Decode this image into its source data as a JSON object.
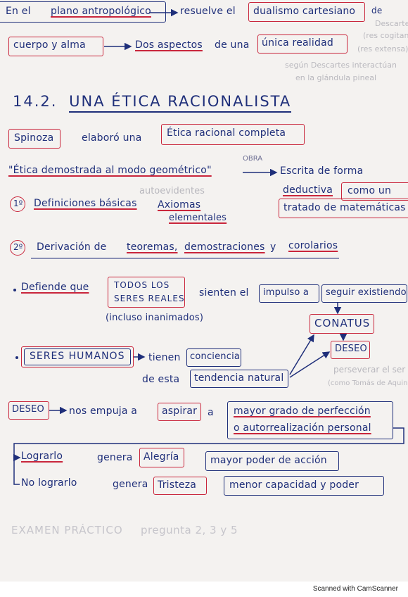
{
  "row1": {
    "en_el": "En el",
    "plano_antropologico": "plano antropológico",
    "resuelve_el": "resuelve el",
    "dualismo": "dualismo cartesiano",
    "de": "de"
  },
  "side_notes": {
    "descartes": "Descartes",
    "res_cogitans": "(res cogitans)",
    "res_extensa": "(res extensa)",
    "segun_descartes": "según Descartes interactúan",
    "glandula": "en la glándula pineal"
  },
  "row2": {
    "cuerpo_alma": "cuerpo y alma",
    "dos_aspectos": "Dos aspectos",
    "de_una": "de una",
    "unica_realidad": "única realidad"
  },
  "section": {
    "number": "14.2.",
    "title": "UNA ÉTICA RACIONALISTA"
  },
  "spinoza": {
    "name": "Spinoza",
    "elaboro_una": "elaboró una",
    "etica_completa": "Ética racional completa"
  },
  "obra": {
    "label": "OBRA",
    "title": "\"Ética demostrada al modo geométrico\"",
    "escrita_de_forma": "Escrita de forma",
    "deductiva": "deductiva",
    "como_un": "como un",
    "tratado": "tratado de matemáticas"
  },
  "steps": {
    "step1_num": "1º",
    "definiciones": "Definiciones básicas",
    "autoevidentes": "autoevidentes",
    "axiomas": "Axiomas",
    "elementales": "elementales",
    "step2_num": "2º",
    "derivacion_de": "Derivación de",
    "teoremas": "teoremas,",
    "demostraciones": "demostraciones",
    "y": "y",
    "corolarios": "corolarios"
  },
  "conatus_block": {
    "defiende_que": "Defiende que",
    "todos_los": "TODOS LOS",
    "seres_reales": "SERES REALES",
    "incluso": "(incluso inanimados)",
    "sienten_el": "sienten el",
    "impulso_a": "impulso a",
    "seguir_existiendo": "seguir existiendo",
    "conatus": "CONATUS",
    "deseo": "DESEO",
    "perseverar": "perseverar el ser",
    "como_tomas": "(como Tomás de Aquino)"
  },
  "humanos": {
    "seres_humanos": "SERES HUMANOS",
    "tienen": "tienen",
    "conciencia": "conciencia",
    "de_esta": "de esta",
    "tendencia": "tendencia natural"
  },
  "deseo_block": {
    "deseo": "DESEO",
    "nos_empuja_a": "nos empuja a",
    "aspirar": "aspirar",
    "a": "a",
    "mayor_grado": "mayor grado de perfección",
    "o_autorrealizacion": "o autorrealización personal",
    "lograrlo": "Lograrlo",
    "genera1": "genera",
    "alegria": "Alegría",
    "mayor_poder": "mayor poder de acción",
    "no_lograrlo": "No lograrlo",
    "genera2": "genera",
    "tristeza": "Tristeza",
    "menor_capacidad": "menor capacidad y poder"
  },
  "exam": {
    "label": "EXAMEN PRÁCTICO",
    "pregunta": "pregunta 2, 3 y 5"
  },
  "footer": {
    "scanner": "Scanned with CamScanner"
  },
  "colors": {
    "ink_blue": "#1f2f7a",
    "ink_red": "#c9263c",
    "paper": "#f4f2f0"
  }
}
